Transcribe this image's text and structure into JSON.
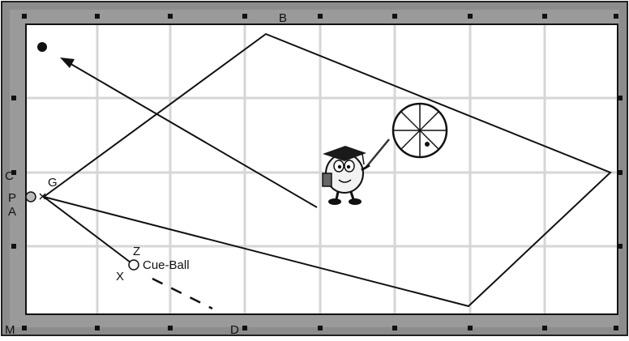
{
  "labels": {
    "b": "B",
    "c": "C",
    "g": "G",
    "p": "P",
    "a": "A",
    "z": "Z",
    "x": "X",
    "cue_ball": "Cue-Ball",
    "m": "M",
    "d": "D"
  },
  "colors": {
    "rail": "#8c8c8c",
    "cloth": "#ffffff",
    "grid": "#d6d6d6",
    "line": "#111111",
    "diamond": "#111111"
  },
  "icons": {
    "mascot": "professor-egg-mascot-icon",
    "cue_tip": "cue-tip-spin-diagram-icon"
  }
}
